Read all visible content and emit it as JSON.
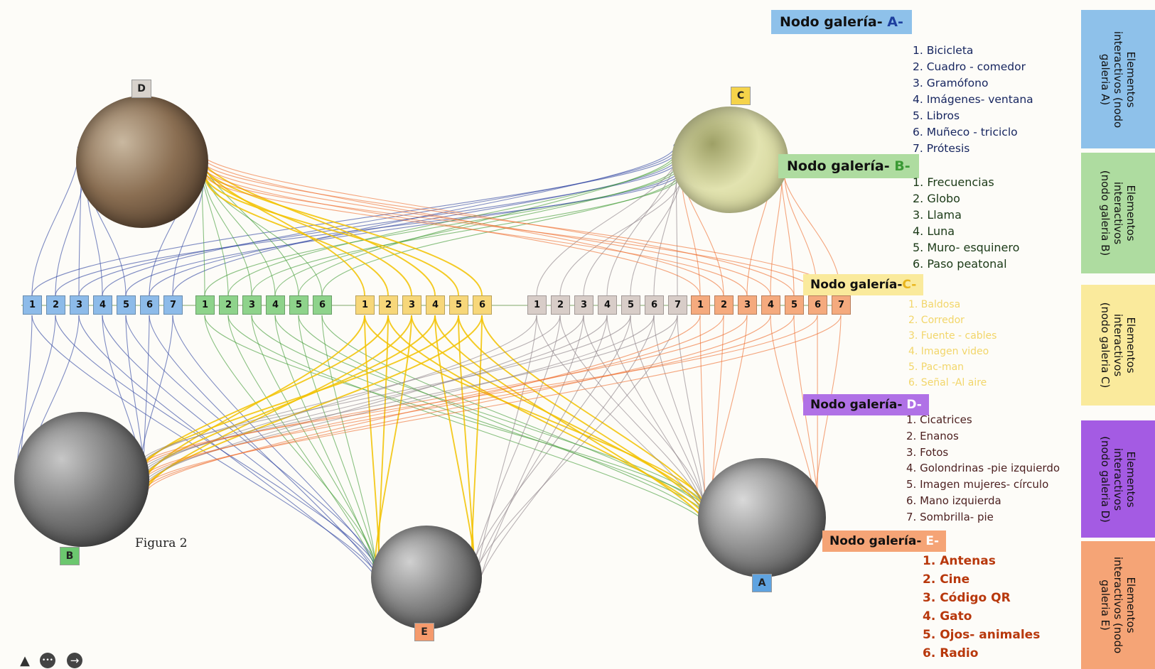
{
  "figure_caption": "Figura   2",
  "nodes": [
    {
      "id": "D",
      "label": "D",
      "badge_color": "#d8d2cc",
      "photo_tones": [
        "#3b2a1d",
        "#8a6e52",
        "#c9b8a0"
      ]
    },
    {
      "id": "C",
      "label": "C",
      "badge_color": "#f5d34a",
      "photo_tones": [
        "#c8c98a",
        "#e2e3b0",
        "#9ea066"
      ]
    },
    {
      "id": "B",
      "label": "B",
      "badge_color": "#6cc76f",
      "photo_tones": [
        "#2d2d2d",
        "#7a7a7a",
        "#c7c7c7"
      ]
    },
    {
      "id": "E",
      "label": "E",
      "badge_color": "#f59a6c",
      "photo_tones": [
        "#303030",
        "#858585",
        "#d0d0d0"
      ]
    },
    {
      "id": "A",
      "label": "A",
      "badge_color": "#5fa3e0",
      "photo_tones": [
        "#353535",
        "#8d8d8d",
        "#d9d9d9"
      ]
    }
  ],
  "chip_groups": [
    {
      "gallery": "A",
      "color": "#8dbbe9",
      "labels": [
        "1",
        "2",
        "3",
        "4",
        "5",
        "6",
        "7"
      ]
    },
    {
      "gallery": "B",
      "color": "#8ed38b",
      "labels": [
        "1",
        "2",
        "3",
        "4",
        "5",
        "6"
      ]
    },
    {
      "gallery": "C",
      "color": "#f7d77a",
      "labels": [
        "1",
        "2",
        "3",
        "4",
        "5",
        "6"
      ]
    },
    {
      "gallery": "D",
      "color": "#d8cdc8",
      "labels": [
        "1",
        "2",
        "3",
        "4",
        "5",
        "6",
        "7"
      ]
    },
    {
      "gallery": "E",
      "color": "#f5aa7e",
      "labels": [
        "1",
        "2",
        "3",
        "4",
        "5",
        "6",
        "7"
      ]
    }
  ],
  "galleries": [
    {
      "id": "A",
      "title_prefix": "Nodo galería- ",
      "title_letter": "A-",
      "title_bg": "#8ec1ea",
      "letter_color": "#1d3f9e",
      "text_color": "#15245e",
      "items": [
        "1. Bicicleta",
        "2. Cuadro - comedor",
        "3. Gramófono",
        "4. Imágenes- ventana",
        "5. Libros",
        "6. Muñeco - triciclo",
        "7. Prótesis"
      ],
      "tab_text": [
        "Elementos",
        "interactivos  (nodo",
        "galeria A)"
      ],
      "tab_bg": "#8ec1ea"
    },
    {
      "id": "B",
      "title_prefix": "Nodo galería- ",
      "title_letter": "B-",
      "title_bg": "#aedca0",
      "letter_color": "#3b9a35",
      "text_color": "#1b3a17",
      "items": [
        "1. Frecuencias",
        "2. Globo",
        "3. Llama",
        "4. Luna",
        "5. Muro- esquinero",
        "6. Paso peatonal"
      ],
      "tab_text": [
        "Elementos",
        "interactivos",
        "(nodo galeria B)"
      ],
      "tab_bg": "#aedca0"
    },
    {
      "id": "C",
      "title_prefix": "Nodo galería-",
      "title_letter": "C-",
      "title_bg": "#faea9c",
      "letter_color": "#e8b41a",
      "text_color": "#f2d66a",
      "items": [
        "1. Baldosa",
        "2. Corredor",
        "3. Fuente - cables",
        "4. Imagen video",
        "5. Pac-man",
        "6. Señal -Al aire"
      ],
      "tab_text": [
        "Elementos",
        "interactivos",
        "(nodo galeria C)"
      ],
      "tab_bg": "#faea9c"
    },
    {
      "id": "D",
      "title_prefix": "Nodo galería- ",
      "title_letter": "D-",
      "title_bg": "#b071e6",
      "letter_color": "#ffffff",
      "text_color": "#4b1f1f",
      "items": [
        "1. Cicatrices",
        "2. Enanos",
        "3. Fotos",
        "4. Golondrinas -pie izquierdo",
        "5. Imagen mujeres- círculo",
        "6. Mano izquierda",
        "7. Sombrilla- pie"
      ],
      "tab_text": [
        "Elementos",
        "interactivos",
        "(nodo galeria D)"
      ],
      "tab_bg": "#a45be3"
    },
    {
      "id": "E",
      "title_prefix": "Nodo galería- ",
      "title_letter": "E-",
      "title_bg": "#f5a476",
      "letter_color": "#ffffff",
      "text_color": "#b8380c",
      "items": [
        "1. Antenas",
        "2. Cine",
        "3. Código QR",
        "4. Gato",
        "5. Ojos- animales",
        "6. Radio"
      ],
      "tab_text": [
        "Elementos",
        "interactivos  (nodo",
        "galeria E)"
      ],
      "tab_bg": "#f5a476"
    }
  ],
  "edge_colors": {
    "A": "#2a3f9e",
    "B": "#3e9a32",
    "C": "#f2c200",
    "D": "#8a7f86",
    "E": "#ef6a2c"
  },
  "toolbar": {
    "icons": [
      "pointer-icon",
      "more-icon",
      "next-icon"
    ],
    "glyphs": [
      "▲",
      "•••",
      "→"
    ]
  }
}
